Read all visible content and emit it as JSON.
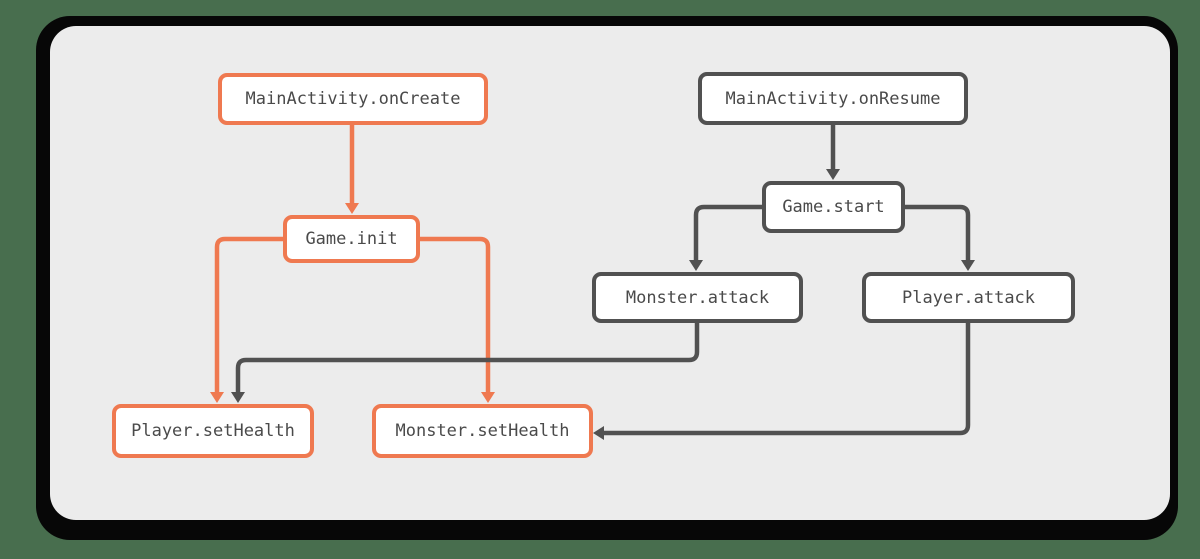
{
  "diagram": {
    "nodes": [
      {
        "id": "mainactivity-oncreate",
        "label": "MainActivity.onCreate",
        "style": "orange"
      },
      {
        "id": "mainactivity-onresume",
        "label": "MainActivity.onResume",
        "style": "dark"
      },
      {
        "id": "game-init",
        "label": "Game.init",
        "style": "orange"
      },
      {
        "id": "game-start",
        "label": "Game.start",
        "style": "dark"
      },
      {
        "id": "monster-attack",
        "label": "Monster.attack",
        "style": "dark"
      },
      {
        "id": "player-attack",
        "label": "Player.attack",
        "style": "dark"
      },
      {
        "id": "player-sethealth",
        "label": "Player.setHealth",
        "style": "orange"
      },
      {
        "id": "monster-sethealth",
        "label": "Monster.setHealth",
        "style": "orange"
      }
    ],
    "edges": [
      {
        "from": "MainActivity.onCreate",
        "to": "Game.init",
        "color": "orange"
      },
      {
        "from": "Game.init",
        "to": "Player.setHealth",
        "color": "orange"
      },
      {
        "from": "Game.init",
        "to": "Monster.setHealth",
        "color": "orange"
      },
      {
        "from": "MainActivity.onResume",
        "to": "Game.start",
        "color": "dark"
      },
      {
        "from": "Game.start",
        "to": "Monster.attack",
        "color": "dark"
      },
      {
        "from": "Game.start",
        "to": "Player.attack",
        "color": "dark"
      },
      {
        "from": "Monster.attack",
        "to": "Player.setHealth",
        "color": "dark"
      },
      {
        "from": "Player.attack",
        "to": "Monster.setHealth",
        "color": "dark"
      }
    ],
    "colors": {
      "orange": "#EF7950",
      "dark": "#515151",
      "node_fill": "#FFFFFF",
      "text": "#4A4A4A",
      "canvas": "#ECECEC",
      "frame": "#070707",
      "background": "#486E4E"
    }
  }
}
